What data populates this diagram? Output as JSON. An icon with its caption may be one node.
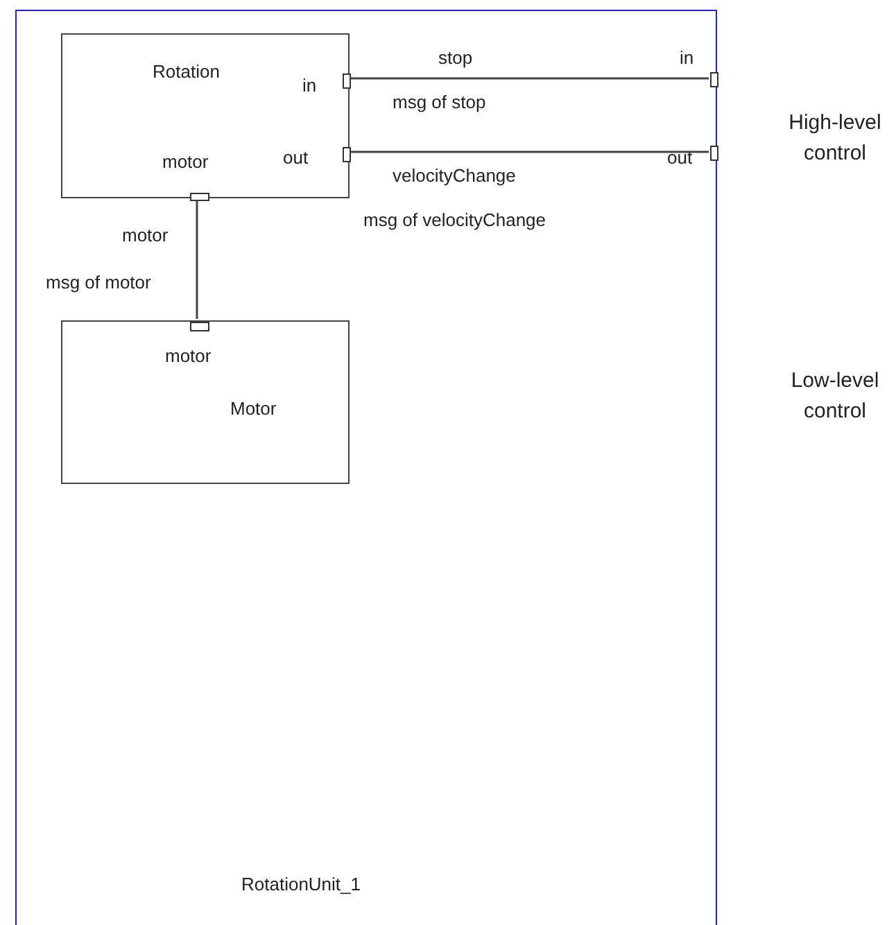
{
  "diagram": {
    "nodes": [
      {
        "text": [
          "RotationUnit_1"
        ]
      },
      {
        "text": [
          "Rotation"
        ],
        "in": 0
      },
      {
        "text": [],
        "shape": "box",
        "beside": [
          "in"
        ],
        "in": 1
      },
      {
        "text": [],
        "shape": "box",
        "beside": [
          "out"
        ],
        "in": 1
      },
      {
        "text": [],
        "shape": "box",
        "beside": [
          "motor"
        ],
        "in": 1
      },
      {
        "text": [
          "Motor"
        ],
        "in": 0
      },
      {
        "text": [],
        "shape": "box",
        "beside": [
          "motor"
        ],
        "in": 5
      },
      {
        "text": [],
        "shape": "box",
        "beside": [
          "in"
        ],
        "in": 0
      },
      {
        "text": [],
        "shape": "box",
        "beside": [
          "out"
        ],
        "in": 0
      }
    ],
    "edges": [
      {
        "from": 2,
        "to": 7,
        "arrow": "none",
        "label": "stop"
      },
      {
        "from": 3,
        "to": 8,
        "arrow": "none",
        "label": "velocityChange"
      },
      {
        "from": 4,
        "to": 6,
        "arrow": "none",
        "label": "motor"
      }
    ],
    "labels": [
      "msg of stop",
      "msg of velocityChange",
      "msg of motor",
      "High-level control",
      "Low-level control"
    ]
  }
}
